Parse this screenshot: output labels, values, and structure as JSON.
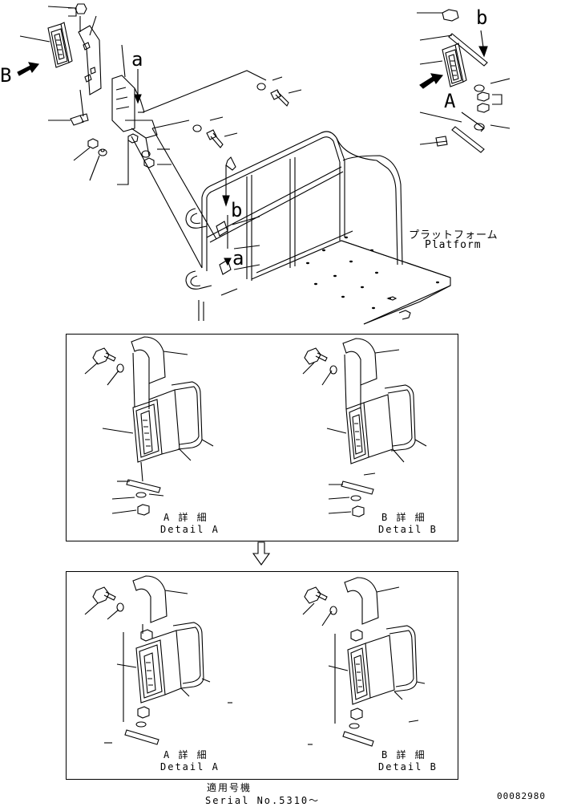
{
  "callouts": {
    "A": "A",
    "B": "B",
    "a_top": "a",
    "b_top": "b",
    "a_main": "a",
    "b_main": "b"
  },
  "platform": {
    "jp": "プラットフォーム",
    "en": "Platform"
  },
  "panel1": {
    "detail_a_jp": "A 詳 細",
    "detail_a_en": "Detail A",
    "detail_b_jp": "B 詳 細",
    "detail_b_en": "Detail B"
  },
  "panel2": {
    "detail_a_jp": "A 詳 細",
    "detail_a_en": "Detail A",
    "detail_b_jp": "B 詳 細",
    "detail_b_en": "Detail B"
  },
  "serial": {
    "jp": "適用号機",
    "en": "Serial No.5310～"
  },
  "drawing_number": "00082980"
}
